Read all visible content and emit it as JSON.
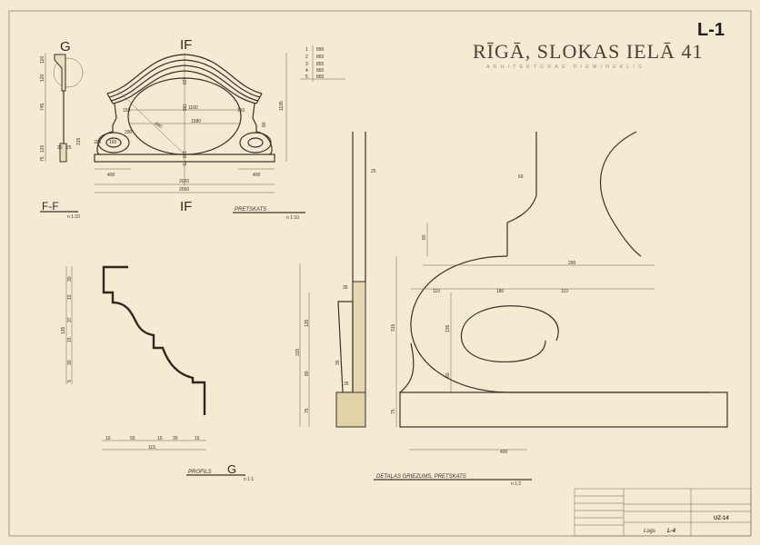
{
  "header": {
    "title": "RĪGĀ, SLOKAS IELĀ 41",
    "subtitle": "ARHITEKTŪRAS PIEMINEKLIS",
    "sheet_id": "L-1"
  },
  "views": {
    "section_g": "G",
    "front_top": "IF",
    "front_bottom": "IF",
    "section_ff": "F-F",
    "front_caption": "PRETSKATS",
    "profile_caption": "PROFILS",
    "profile_letter": "G",
    "detail_caption": "DETAĻAS GRIEZUMS, PRETSKATS",
    "scale_ff": "n 1:10",
    "scale_front": "n 1:10",
    "scale_profile": "n 1:1",
    "scale_detail": "n 1:2"
  },
  "radius_table": [
    {
      "no": "1",
      "value": "890"
    },
    {
      "no": "2",
      "value": "860"
    },
    {
      "no": "3",
      "value": "855"
    },
    {
      "no": "4",
      "value": "860"
    },
    {
      "no": "5",
      "value": "860"
    }
  ],
  "front_dims": {
    "w400l": "400",
    "w400r": "400",
    "w2020": "2020",
    "w2060": "2060",
    "w1160": "1160",
    "w1580": "1580",
    "r890": "890",
    "w150l": "150",
    "w150r": "150",
    "w290": "290",
    "w160": "160",
    "w110": "110",
    "h785": "785",
    "h1195": "1195",
    "h120": "120",
    "h75": "75",
    "h315": "315",
    "h80": "80",
    "h150": "150"
  },
  "section_dims": {
    "h120a": "120",
    "h120b": "120",
    "h745": "745",
    "h120c": "120",
    "h75": "75",
    "w25a": "25",
    "w25b": "25"
  },
  "profile_dims": {
    "v30a": "30",
    "v15a": "15",
    "v37": "37",
    "v15b": "15",
    "v30b": "30",
    "v5": "5",
    "vtotal": "135",
    "h10a": "10",
    "h50": "50",
    "h10b": "10",
    "h30": "30",
    "h15": "15",
    "htotal": "115"
  },
  "detail_dims": {
    "w60": "60",
    "h80a": "80",
    "w290": "290",
    "w110a": "110",
    "w180": "180",
    "w110b": "110",
    "h135": "135",
    "h80b": "80",
    "h315": "315",
    "h75": "75",
    "w400": "400",
    "s25": "25",
    "s35a": "35",
    "s135": "135",
    "s80": "80",
    "s315": "315",
    "s35b": "35",
    "s35c": "35",
    "s75": "75"
  },
  "title_block": {
    "sheet_label": "Logs",
    "sheet_no": "L-4",
    "drawing_code": "UZ-14"
  }
}
